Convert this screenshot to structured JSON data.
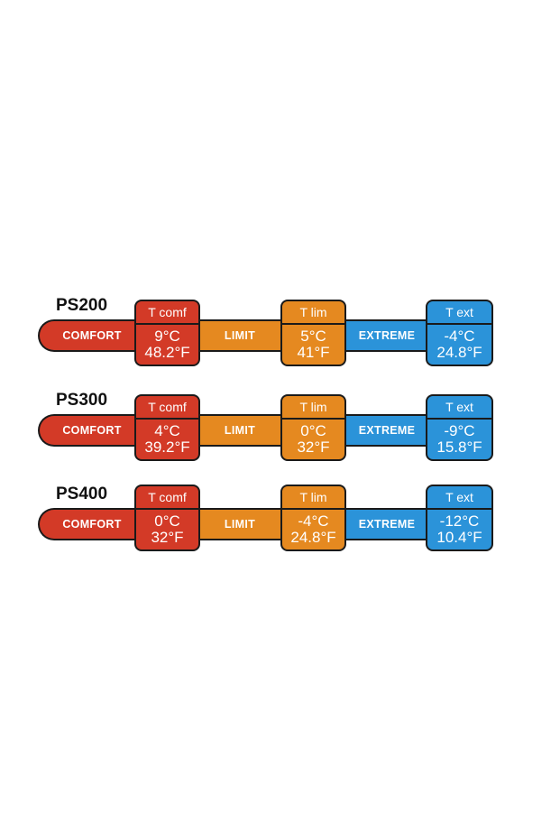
{
  "products": [
    {
      "name": "PS200",
      "bars": {
        "comfort": "COMFORT",
        "limit": "LIMIT",
        "extreme": "EXTREME"
      },
      "comfort": {
        "label": "T comf",
        "celsius": "9°C",
        "fahrenheit": "48.2°F"
      },
      "limit": {
        "label": "T lim",
        "celsius": "5°C",
        "fahrenheit": "41°F"
      },
      "extreme": {
        "label": "T ext",
        "celsius": "-4°C",
        "fahrenheit": "24.8°F"
      }
    },
    {
      "name": "PS300",
      "bars": {
        "comfort": "COMFORT",
        "limit": "LIMIT",
        "extreme": "EXTREME"
      },
      "comfort": {
        "label": "T comf",
        "celsius": "4°C",
        "fahrenheit": "39.2°F"
      },
      "limit": {
        "label": "T lim",
        "celsius": "0°C",
        "fahrenheit": "32°F"
      },
      "extreme": {
        "label": "T ext",
        "celsius": "-9°C",
        "fahrenheit": "15.8°F"
      }
    },
    {
      "name": "PS400",
      "bars": {
        "comfort": "COMFORT",
        "limit": "LIMIT",
        "extreme": "EXTREME"
      },
      "comfort": {
        "label": "T comf",
        "celsius": "0°C",
        "fahrenheit": "32°F"
      },
      "limit": {
        "label": "T lim",
        "celsius": "-4°C",
        "fahrenheit": "24.8°F"
      },
      "extreme": {
        "label": "T ext",
        "celsius": "-12°C",
        "fahrenheit": "10.4°F"
      }
    }
  ],
  "colors": {
    "comfort": "#d33a27",
    "limit": "#e58920",
    "extreme": "#2b93d9",
    "outline": "#1a1a1a"
  }
}
